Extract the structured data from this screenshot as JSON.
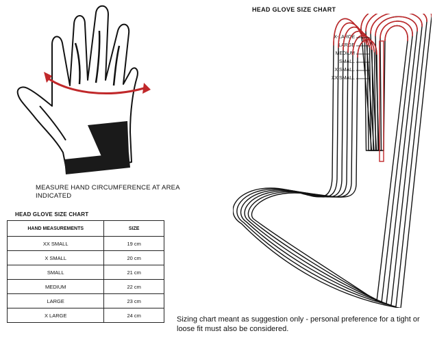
{
  "page": {
    "measure_note": "MEASURE HAND CIRCUMFERENCE AT AREA INDICATED",
    "chart_title_left": "HEAD GLOVE SIZE CHART",
    "chart_title_right": "HEAD GLOVE SIZE CHART",
    "disclaimer": "Sizing chart meant as suggestion only - personal preference for a tight or loose fit must also be considered."
  },
  "table": {
    "headers": [
      "HAND MEASUREMENTS",
      "SIZE"
    ],
    "rows": [
      {
        "size": "XX SMALL",
        "value": "19 cm"
      },
      {
        "size": "X SMALL",
        "value": "20 cm"
      },
      {
        "size": "SMALL",
        "value": "21 cm"
      },
      {
        "size": "MEDIUM",
        "value": "22 cm"
      },
      {
        "size": "LARGE",
        "value": "23 cm"
      },
      {
        "size": "X LARGE",
        "value": "24 cm"
      }
    ]
  },
  "diagram_labels": [
    "X-LARGE",
    "LARGE",
    "MEDIUM",
    "SMALL",
    "X SMALL",
    "XX SMALL"
  ],
  "colors": {
    "accent": "#c0282a",
    "ink": "#111111",
    "strap": "#1a1a1a"
  }
}
